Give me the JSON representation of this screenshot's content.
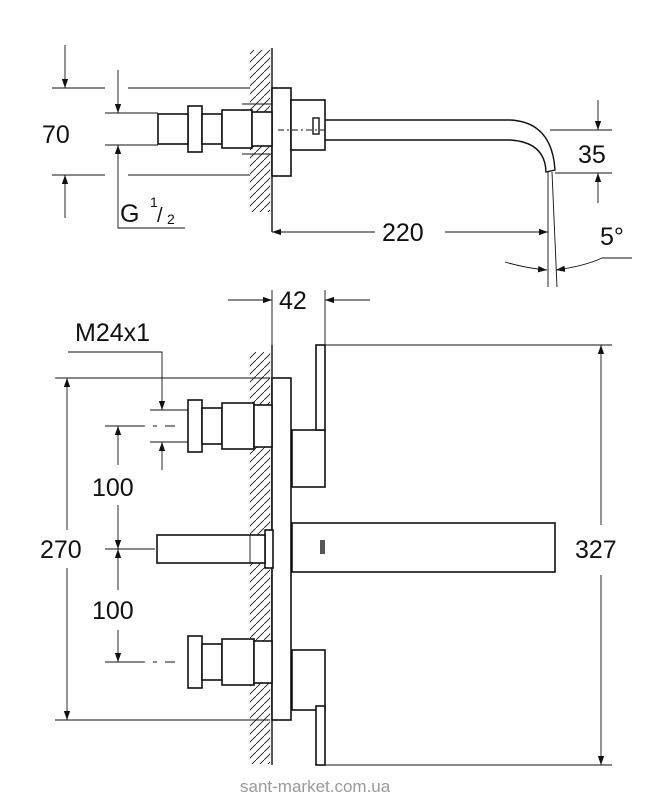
{
  "top_view": {
    "dim_height": "70",
    "thread_label": "G",
    "thread_fraction_num": "1",
    "thread_fraction_den": "2",
    "dim_projection": "220",
    "dim_spout_drop": "35",
    "dim_angle": "5°"
  },
  "front_view": {
    "dim_depth": "42",
    "thread_spec": "M24x1",
    "dim_spacing_upper": "100",
    "dim_spacing_lower": "100",
    "dim_plate_height": "270",
    "dim_total_height": "327"
  },
  "watermark": "sant-market.com.ua"
}
